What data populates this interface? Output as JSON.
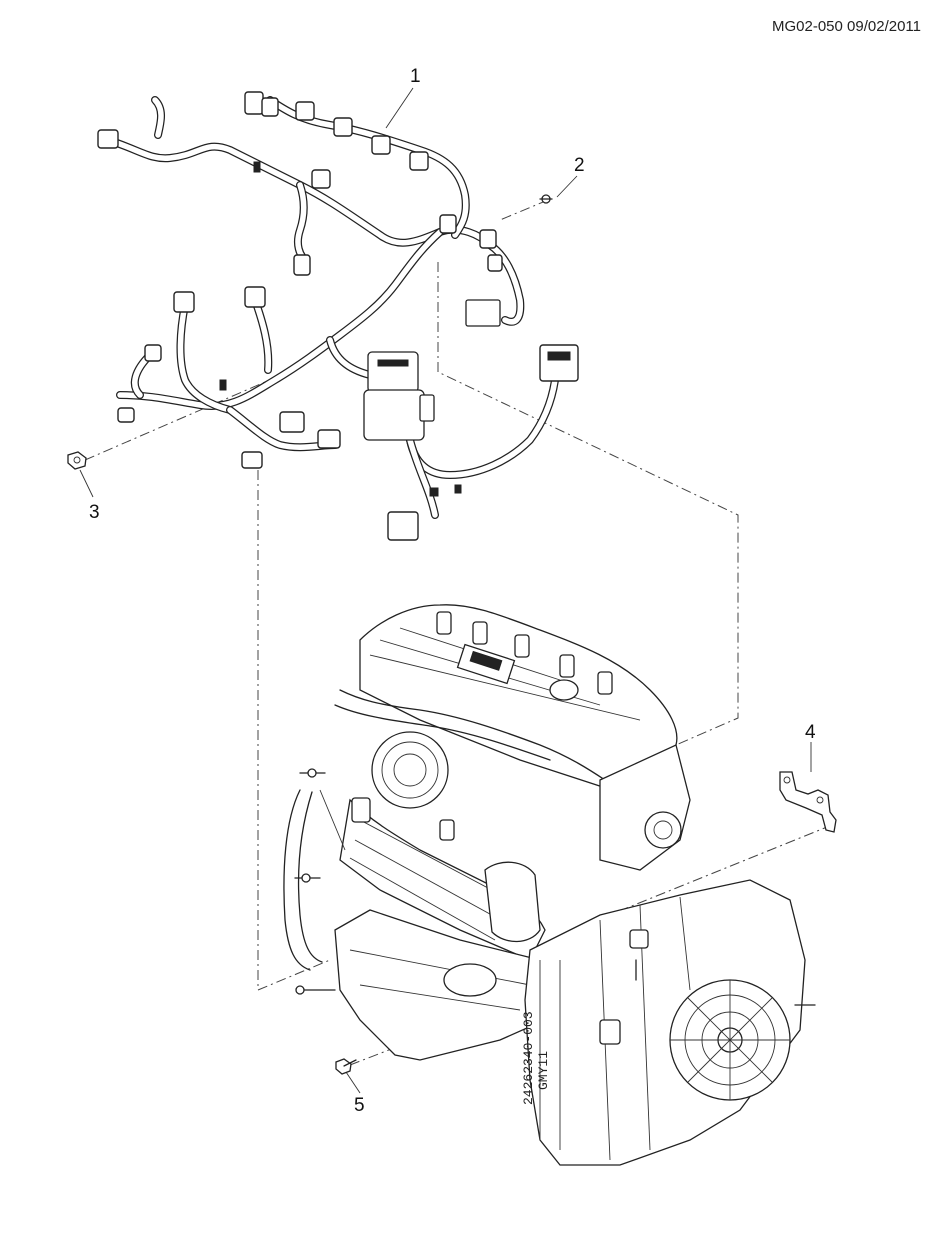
{
  "document_id": "MG02-050 09/02/2011",
  "callouts": [
    {
      "number": "1",
      "part": "engine-wiring-harness"
    },
    {
      "number": "2",
      "part": "harness-bolt"
    },
    {
      "number": "3",
      "part": "harness-nut"
    },
    {
      "number": "4",
      "part": "harness-bracket"
    },
    {
      "number": "5",
      "part": "bracket-bolt"
    }
  ],
  "engraving": [
    "24262340-003",
    "GMY11"
  ]
}
